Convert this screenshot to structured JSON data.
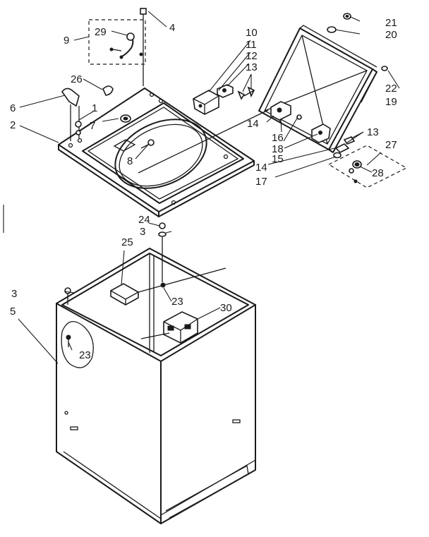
{
  "diagram": {
    "callouts": [
      {
        "id": "c1",
        "label": "1"
      },
      {
        "id": "c2",
        "label": "2"
      },
      {
        "id": "c3a",
        "label": "3"
      },
      {
        "id": "c3b",
        "label": "3"
      },
      {
        "id": "c4",
        "label": "4"
      },
      {
        "id": "c5",
        "label": "5"
      },
      {
        "id": "c6",
        "label": "6"
      },
      {
        "id": "c7",
        "label": "7"
      },
      {
        "id": "c8",
        "label": "8"
      },
      {
        "id": "c9",
        "label": "9"
      },
      {
        "id": "c10",
        "label": "10"
      },
      {
        "id": "c11",
        "label": "11"
      },
      {
        "id": "c12",
        "label": "12"
      },
      {
        "id": "c13a",
        "label": "13"
      },
      {
        "id": "c13b",
        "label": "13"
      },
      {
        "id": "c14a",
        "label": "14"
      },
      {
        "id": "c14b",
        "label": "14"
      },
      {
        "id": "c15",
        "label": "15"
      },
      {
        "id": "c16",
        "label": "16"
      },
      {
        "id": "c17",
        "label": "17"
      },
      {
        "id": "c18",
        "label": "18"
      },
      {
        "id": "c19",
        "label": "19"
      },
      {
        "id": "c20",
        "label": "20"
      },
      {
        "id": "c21",
        "label": "21"
      },
      {
        "id": "c22",
        "label": "22"
      },
      {
        "id": "c23a",
        "label": "23"
      },
      {
        "id": "c23b",
        "label": "23"
      },
      {
        "id": "c24",
        "label": "24"
      },
      {
        "id": "c25",
        "label": "25"
      },
      {
        "id": "c26",
        "label": "26"
      },
      {
        "id": "c27",
        "label": "27"
      },
      {
        "id": "c28",
        "label": "28"
      },
      {
        "id": "c29",
        "label": "29"
      },
      {
        "id": "c30",
        "label": "30"
      }
    ]
  }
}
